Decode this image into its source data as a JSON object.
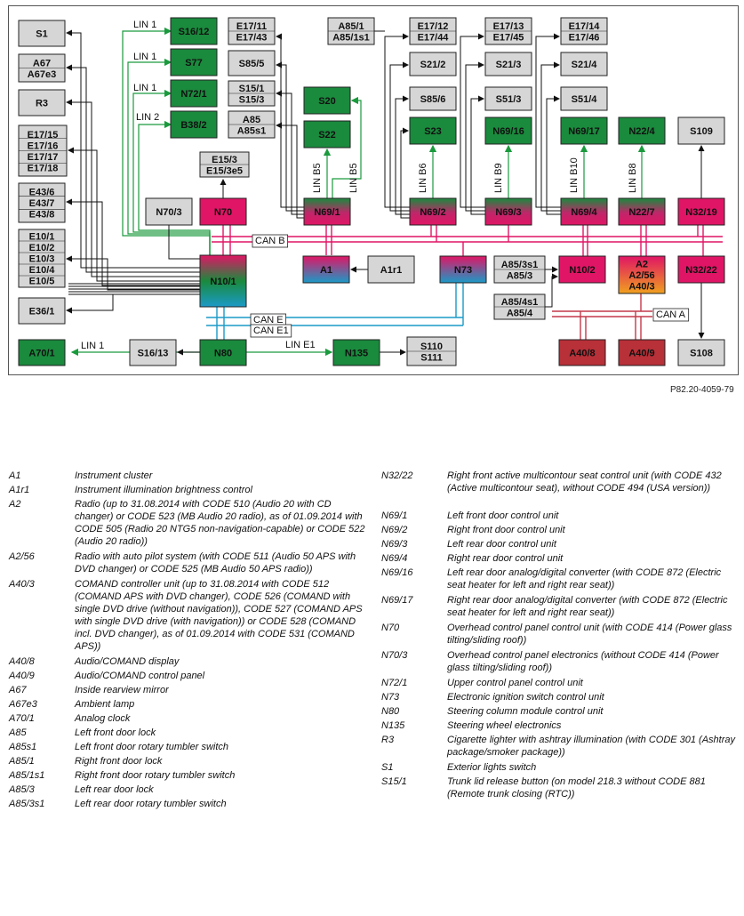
{
  "diagram_code": "P82.20-4059-79",
  "colors": {
    "green": "#1a8a3d",
    "grey": "#d6d6d6",
    "pink": "#e01565",
    "can_b": "#e01565",
    "can_e": "#1a9ac7",
    "can_a": "#c4394a",
    "lin": "#1a9a3d",
    "wire": "#111111"
  },
  "boxes": {
    "S1": [
      "S1"
    ],
    "A67": [
      "A67",
      "A67e3"
    ],
    "R3": [
      "R3"
    ],
    "E17_15": [
      "E17/15",
      "E17/16",
      "E17/17",
      "E17/18"
    ],
    "E43": [
      "E43/6",
      "E43/7",
      "E43/8"
    ],
    "E10": [
      "E10/1",
      "E10/2",
      "E10/3",
      "E10/4",
      "E10/5"
    ],
    "E36": [
      "E36/1"
    ],
    "A70": [
      "A70/1"
    ],
    "S16_12": [
      "S16/12"
    ],
    "S77": [
      "S77"
    ],
    "N72": [
      "N72/1"
    ],
    "B38": [
      "B38/2"
    ],
    "E17_11": [
      "E17/11",
      "E17/43"
    ],
    "S85_5": [
      "S85/5"
    ],
    "S15": [
      "S15/1",
      "S15/3"
    ],
    "A85": [
      "A85",
      "A85s1"
    ],
    "E15": [
      "E15/3",
      "E15/3e5"
    ],
    "N70_3": [
      "N70/3"
    ],
    "N70": [
      "N70"
    ],
    "S20": [
      "S20"
    ],
    "S22": [
      "S22"
    ],
    "N69_1": [
      "N69/1"
    ],
    "A85_1": [
      "A85/1",
      "A85/1s1"
    ],
    "E17_12": [
      "E17/12",
      "E17/44"
    ],
    "S21_2": [
      "S21/2"
    ],
    "S85_6": [
      "S85/6"
    ],
    "S23": [
      "S23"
    ],
    "N69_2": [
      "N69/2"
    ],
    "E17_13": [
      "E17/13",
      "E17/45"
    ],
    "S21_3": [
      "S21/3"
    ],
    "S51_3": [
      "S51/3"
    ],
    "N69_16": [
      "N69/16"
    ],
    "N69_3": [
      "N69/3"
    ],
    "E17_14": [
      "E17/14",
      "E17/46"
    ],
    "S21_4": [
      "S21/4"
    ],
    "S51_4": [
      "S51/4"
    ],
    "N69_17": [
      "N69/17"
    ],
    "N69_4": [
      "N69/4"
    ],
    "N22_4": [
      "N22/4"
    ],
    "N22_7": [
      "N22/7"
    ],
    "S109": [
      "S109"
    ],
    "N32_19": [
      "N32/19"
    ],
    "N10_1": [
      "N10/1"
    ],
    "A1": [
      "A1"
    ],
    "A1r1": [
      "A1r1"
    ],
    "N73": [
      "N73"
    ],
    "A85_3": [
      "A85/3s1",
      "A85/3"
    ],
    "N10_2": [
      "N10/2"
    ],
    "A2": [
      "A2",
      "A2/56",
      "A40/3"
    ],
    "N32_22": [
      "N32/22"
    ],
    "A85_4": [
      "A85/4s1",
      "A85/4"
    ],
    "S16_13": [
      "S16/13"
    ],
    "N80": [
      "N80"
    ],
    "N135": [
      "N135"
    ],
    "S110": [
      "S110",
      "S111"
    ],
    "A40_8": [
      "A40/8"
    ],
    "A40_9": [
      "A40/9"
    ],
    "S108": [
      "S108"
    ]
  },
  "bus_labels": {
    "lin1": "LIN 1",
    "lin2": "LIN 2",
    "lin_b5": "LIN B5",
    "lin_b6": "LIN B6",
    "lin_b9": "LIN B9",
    "lin_b10": "LIN B10",
    "lin_b8": "LIN B8",
    "lin_e1": "LIN E1",
    "can_b": "CAN B",
    "can_e": "CAN E",
    "can_e1": "CAN E1",
    "can_a": "CAN A"
  },
  "legend_left": [
    {
      "code": "A1",
      "desc": "Instrument cluster"
    },
    {
      "code": "A1r1",
      "desc": "Instrument illumination brightness control"
    },
    {
      "code": "A2",
      "desc": "Radio (up to 31.08.2014 with CODE 510 (Audio 20 with CD changer) or CODE 523 (MB Audio 20 radio), as of 01.09.2014 with CODE 505 (Radio 20 NTG5 non-navigation-capable) or CODE 522 (Audio 20 radio))"
    },
    {
      "code": "A2/56",
      "desc": "Radio with auto pilot system (with CODE 511 (Audio 50 APS with DVD changer) or CODE 525 (MB Audio 50 APS radio))"
    },
    {
      "code": "A40/3",
      "desc": "COMAND controller unit (up to 31.08.2014 with CODE 512 (COMAND APS with DVD changer), CODE 526 (COMAND with single DVD drive (without navigation)), CODE 527 (COMAND APS with single DVD drive (with navigation)) or CODE 528 (COMAND incl. DVD changer), as of 01.09.2014 with CODE 531 (COMAND APS))"
    },
    {
      "code": "A40/8",
      "desc": "Audio/COMAND display"
    },
    {
      "code": "A40/9",
      "desc": "Audio/COMAND control panel"
    },
    {
      "code": "A67",
      "desc": "Inside rearview mirror"
    },
    {
      "code": "A67e3",
      "desc": "Ambient lamp"
    },
    {
      "code": "A70/1",
      "desc": "Analog clock"
    },
    {
      "code": "A85",
      "desc": "Left front door lock"
    },
    {
      "code": "A85s1",
      "desc": "Left front door rotary tumbler switch"
    },
    {
      "code": "A85/1",
      "desc": "Right front door lock"
    },
    {
      "code": "A85/1s1",
      "desc": "Right front door rotary tumbler switch"
    },
    {
      "code": "A85/3",
      "desc": "Left rear door lock"
    },
    {
      "code": "A85/3s1",
      "desc": "Left rear door rotary tumbler switch"
    }
  ],
  "legend_right": [
    {
      "code": "N32/22",
      "desc": "Right front active multicontour seat control unit (with CODE 432 (Active multicontour seat), without CODE 494 (USA version))"
    },
    {
      "code": "N69/1",
      "desc": "Left front door control unit"
    },
    {
      "code": "N69/2",
      "desc": "Right front door control unit"
    },
    {
      "code": "N69/3",
      "desc": "Left rear door control unit"
    },
    {
      "code": "N69/4",
      "desc": "Right rear door control unit"
    },
    {
      "code": "N69/16",
      "desc": "Left rear door analog/digital converter (with CODE 872 (Electric seat heater for left and right rear seat))"
    },
    {
      "code": "N69/17",
      "desc": "Right rear door analog/digital converter (with CODE 872 (Electric seat heater for left and right rear seat))"
    },
    {
      "code": "N70",
      "desc": "Overhead control panel control unit (with CODE 414 (Power glass tilting/sliding roof))"
    },
    {
      "code": "N70/3",
      "desc": "Overhead control panel electronics (without CODE 414 (Power glass tilting/sliding roof))"
    },
    {
      "code": "N72/1",
      "desc": "Upper control panel control unit"
    },
    {
      "code": "N73",
      "desc": "Electronic ignition switch control unit"
    },
    {
      "code": "N80",
      "desc": "Steering column module control unit"
    },
    {
      "code": "N135",
      "desc": "Steering wheel electronics"
    },
    {
      "code": "R3",
      "desc": "Cigarette lighter with ashtray illumination (with CODE 301 (Ashtray package/smoker package))"
    },
    {
      "code": "S1",
      "desc": "Exterior lights switch"
    },
    {
      "code": "S15/1",
      "desc": "Trunk lid release button (on model 218.3 without CODE 881 (Remote trunk closing (RTC))"
    }
  ]
}
